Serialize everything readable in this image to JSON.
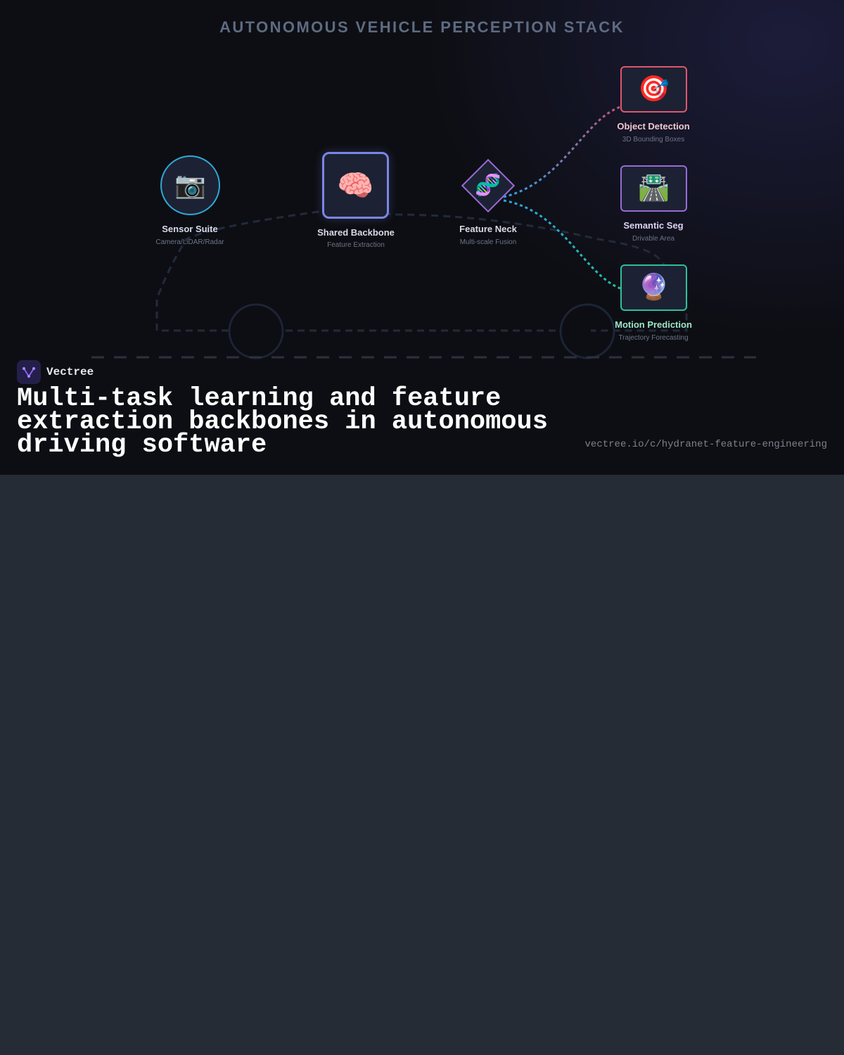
{
  "diagram": {
    "title": "AUTONOMOUS VEHICLE PERCEPTION STACK",
    "nodes": [
      {
        "id": "sensor",
        "label": "Sensor Suite",
        "sublabel": "Camera/LiDAR/Radar",
        "icon": "camera-icon",
        "glyph": "📷",
        "color": "#2fa8d8"
      },
      {
        "id": "backbone",
        "label": "Shared Backbone",
        "sublabel": "Feature Extraction",
        "icon": "brain-icon",
        "glyph": "🧠",
        "color": "#7a86e8"
      },
      {
        "id": "neck",
        "label": "Feature Neck",
        "sublabel": "Multi-scale Fusion",
        "icon": "dna-icon",
        "glyph": "🧬",
        "color": "#9a6ad8"
      },
      {
        "id": "detection",
        "label": "Object Detection",
        "sublabel": "3D Bounding Boxes",
        "icon": "target-icon",
        "glyph": "🎯",
        "color": "#e0566e"
      },
      {
        "id": "segmentation",
        "label": "Semantic Seg",
        "sublabel": "Drivable Area",
        "icon": "road-icon",
        "glyph": "🛣️",
        "color": "#9a6ad8"
      },
      {
        "id": "prediction",
        "label": "Motion Prediction",
        "sublabel": "Trajectory Forecasting",
        "icon": "crystal-ball-icon",
        "glyph": "🔮",
        "color": "#2fbf9a"
      }
    ],
    "edges": [
      {
        "from": "neck",
        "to": "detection"
      },
      {
        "from": "neck",
        "to": "prediction"
      }
    ]
  },
  "brand": {
    "name": "Vectree",
    "accent": "#8b5cf6"
  },
  "headline": "Multi-task learning and feature extraction backbones in autonomous driving software",
  "url": "vectree.io/c/hydranet-feature-engineering"
}
